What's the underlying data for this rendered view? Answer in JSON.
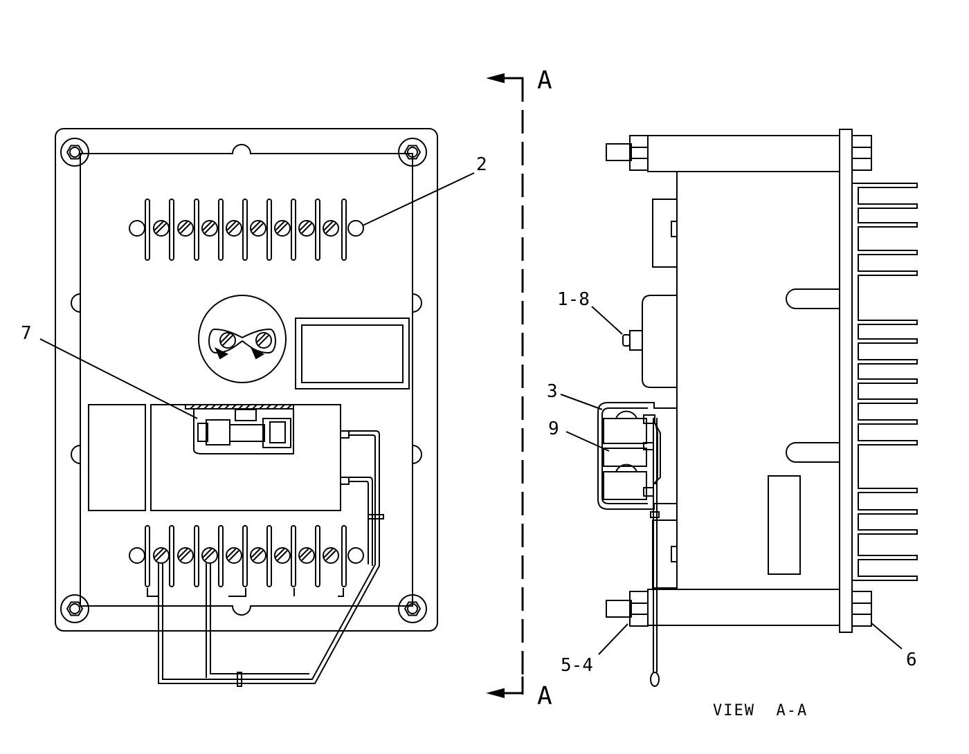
{
  "diagram": {
    "callouts": {
      "c2": "2",
      "c7": "7",
      "c1_8": "1-8",
      "c3": "3",
      "c9": "9",
      "c5_4": "5-4",
      "c6": "6"
    },
    "section_mark_top": "A",
    "section_mark_bottom": "A",
    "view_caption": "VIEW  A-A"
  },
  "colors": {
    "line": "#000000",
    "background": "#ffffff"
  }
}
